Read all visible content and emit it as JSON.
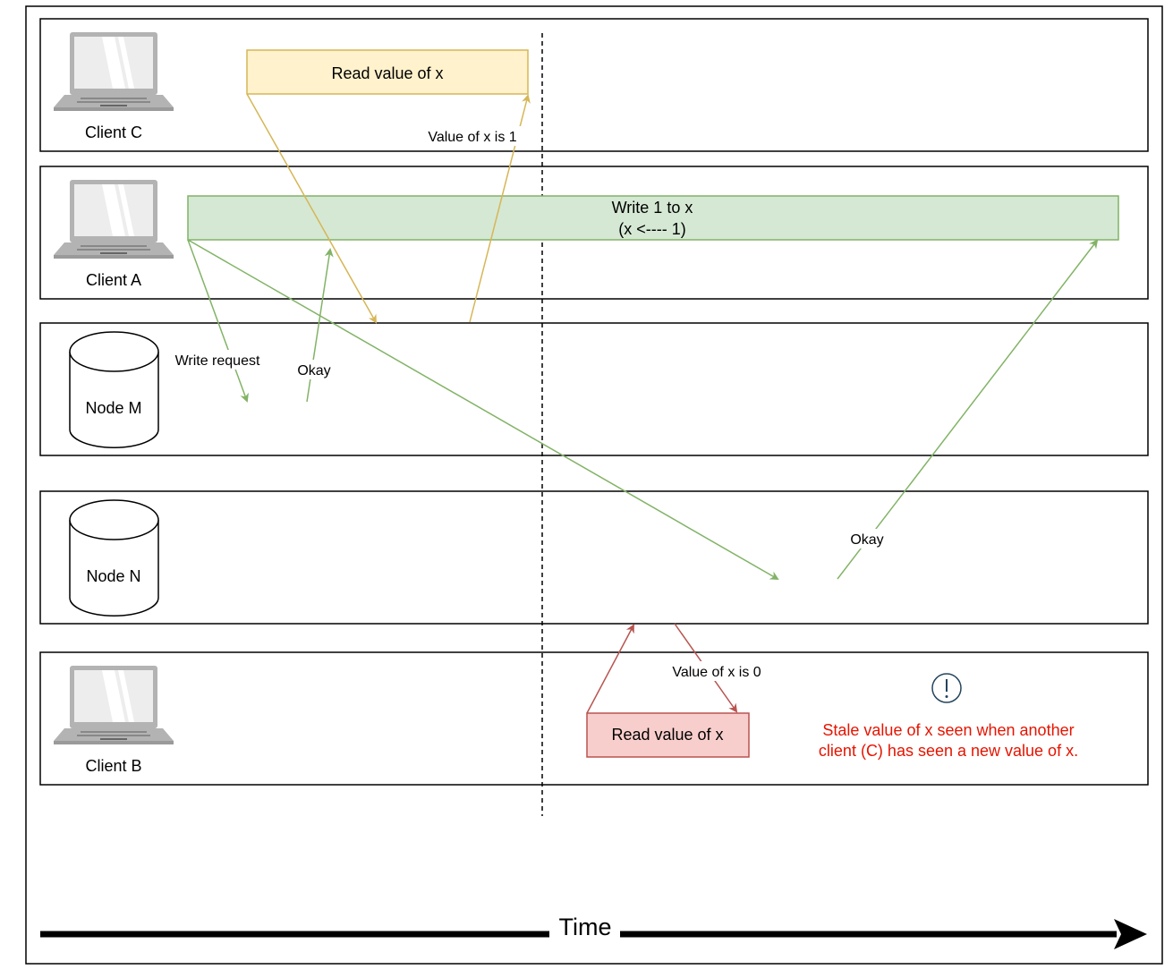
{
  "lanes": [
    {
      "id": "client-c",
      "label": "Client C",
      "kind": "laptop"
    },
    {
      "id": "client-a",
      "label": "Client A",
      "kind": "laptop"
    },
    {
      "id": "node-m",
      "label": "Node M",
      "kind": "database"
    },
    {
      "id": "node-n",
      "label": "Node N",
      "kind": "database"
    },
    {
      "id": "client-b",
      "label": "Client B",
      "kind": "laptop"
    }
  ],
  "operations": {
    "read_c": "Read value of x",
    "write_a_line1": "Write 1 to x",
    "write_a_line2": "(x <---- 1)",
    "read_b": "Read value of x"
  },
  "messages": {
    "value_is_1": "Value of x is 1",
    "write_request": "Write request",
    "okay_m": "Okay",
    "okay_n": "Okay",
    "value_is_0": "Value of x is 0"
  },
  "warning": {
    "icon": "exclamation-circle-icon",
    "line1": "Stale value of x seen when another",
    "line2": "client (C) has seen a new value of x."
  },
  "time_axis": {
    "label": "Time"
  },
  "colors": {
    "read_c_fill": "#fff2cc",
    "read_c_stroke": "#d6b656",
    "write_fill": "#d5e8d4",
    "write_stroke": "#82b366",
    "read_b_fill": "#f8cecc",
    "read_b_stroke": "#b85450",
    "warning_text": "#e51400",
    "icon": "#23445d"
  }
}
